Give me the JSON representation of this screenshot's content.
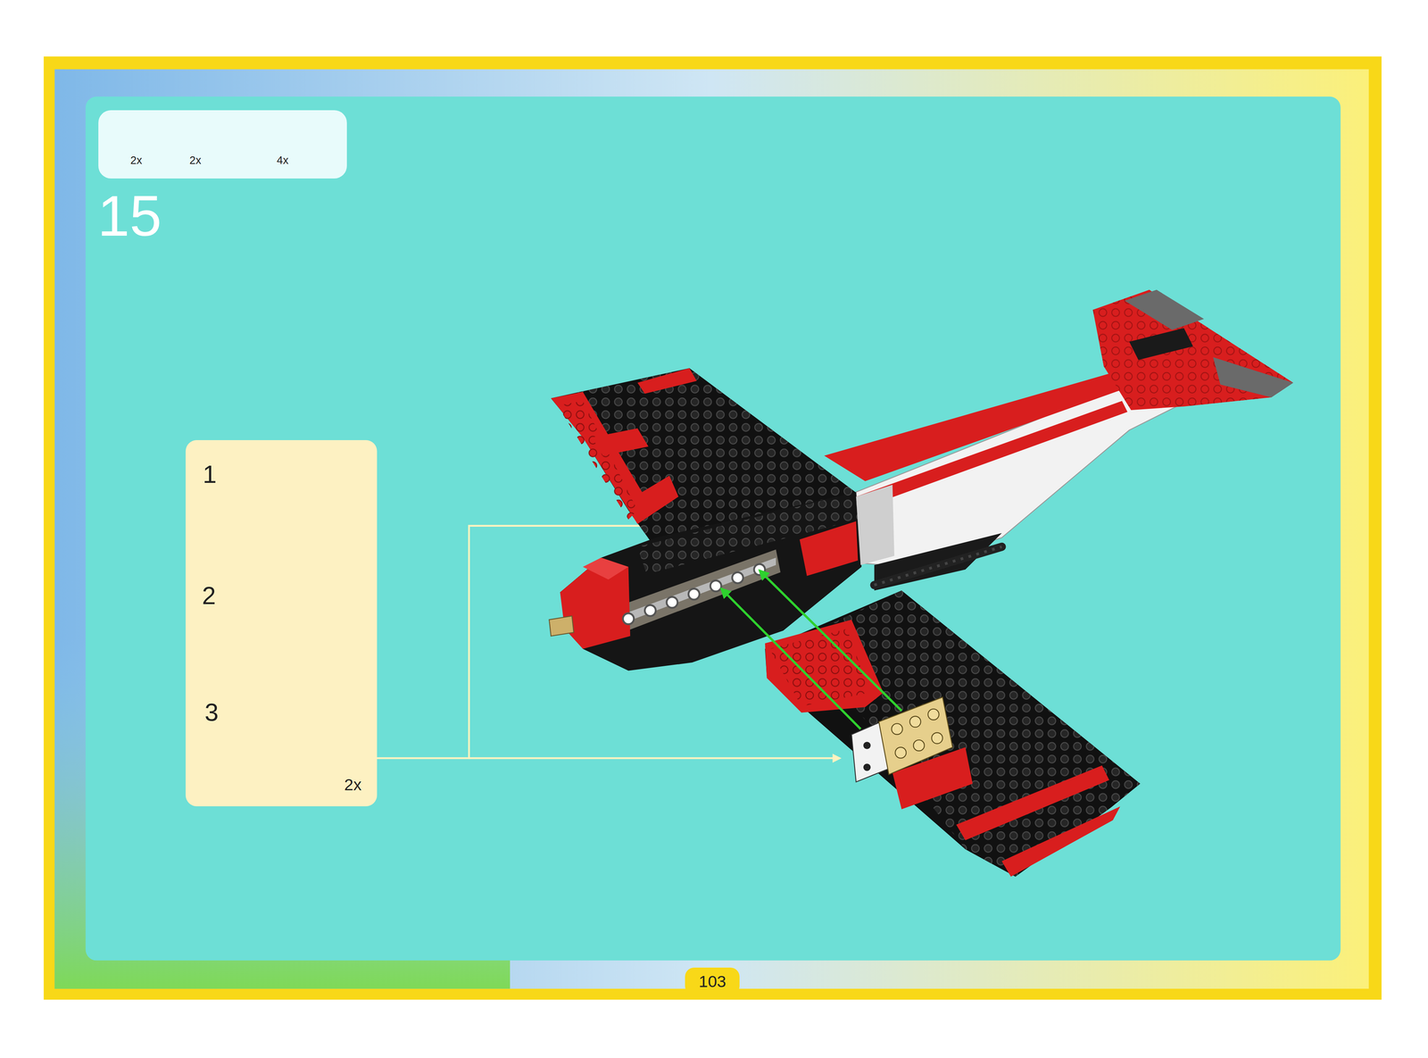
{
  "diagram": {
    "nodes": [
      {
        "text": [
          "2x",
          "2x",
          "4x"
        ]
      },
      {
        "text": [
          "1",
          "2",
          "3",
          "2x"
        ]
      },
      {
        "text": [
          "103"
        ]
      }
    ],
    "labels": [
      "15"
    ]
  }
}
